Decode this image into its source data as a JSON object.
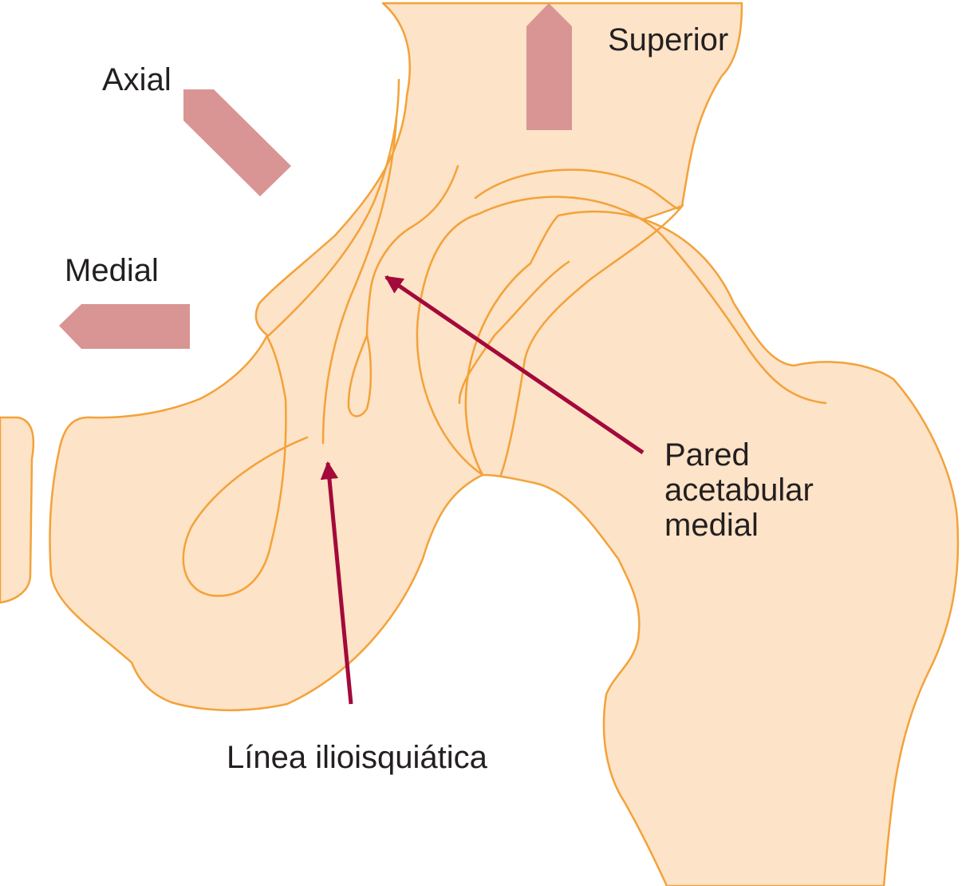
{
  "labels": {
    "superior": "Superior",
    "axial": "Axial",
    "medial": "Medial",
    "acetabular_wall": [
      "Pared",
      "acetabular",
      "medial"
    ],
    "ilioischial_line": "Línea ilioisquiática"
  },
  "colors": {
    "bone_fill": "#fde3c7",
    "bone_outline": "#f3a23a",
    "direction_arrow": "#d89593",
    "pointer_arrow": "#a3093b",
    "text": "#231f20"
  },
  "icons": {
    "superior_arrow": "arrow-up-icon",
    "axial_arrow": "arrow-up-left-icon",
    "medial_arrow": "arrow-left-icon"
  }
}
